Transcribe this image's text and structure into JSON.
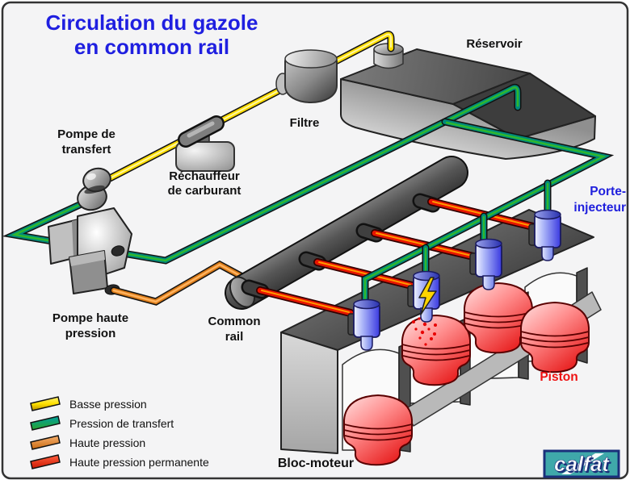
{
  "title": {
    "line1": "Circulation du gazole",
    "line2": "en common rail"
  },
  "labels": {
    "reservoir": "Réservoir",
    "filtre": "Filtre",
    "pompe_transfert_l1": "Pompe de",
    "pompe_transfert_l2": "transfert",
    "rechauffeur_l1": "Réchauffeur",
    "rechauffeur_l2": "de carburant",
    "pompe_hp_l1": "Pompe haute",
    "pompe_hp_l2": "pression",
    "common_rail_l1": "Common",
    "common_rail_l2": "rail",
    "porte_injecteur_l1": "Porte-",
    "porte_injecteur_l2": "injecteur",
    "piston": "Piston",
    "bloc_moteur": "Bloc-moteur"
  },
  "legend": {
    "items": [
      {
        "label": "Basse pression",
        "color": "#ffdd00"
      },
      {
        "label": "Pression de transfert",
        "color": "#109a50"
      },
      {
        "label": "Haute pression",
        "color": "#d97a18"
      },
      {
        "label": "Haute pression permanente",
        "color": "#e81500"
      }
    ]
  },
  "logo": {
    "text": "calfat",
    "bg_color": "#3fa8aa",
    "border_color": "#1a2f7a"
  },
  "colors": {
    "background": "#f4f4f5",
    "title_blue": "#1f1fe0",
    "pipe_low_pressure": "#ffdd00",
    "pipe_transfer": "#2eb82e",
    "pipe_high_pressure": "#d97a18",
    "pipe_permanent": "#e81500",
    "piston_red": "#e82020",
    "injector_blue": "#3a3ae0"
  }
}
